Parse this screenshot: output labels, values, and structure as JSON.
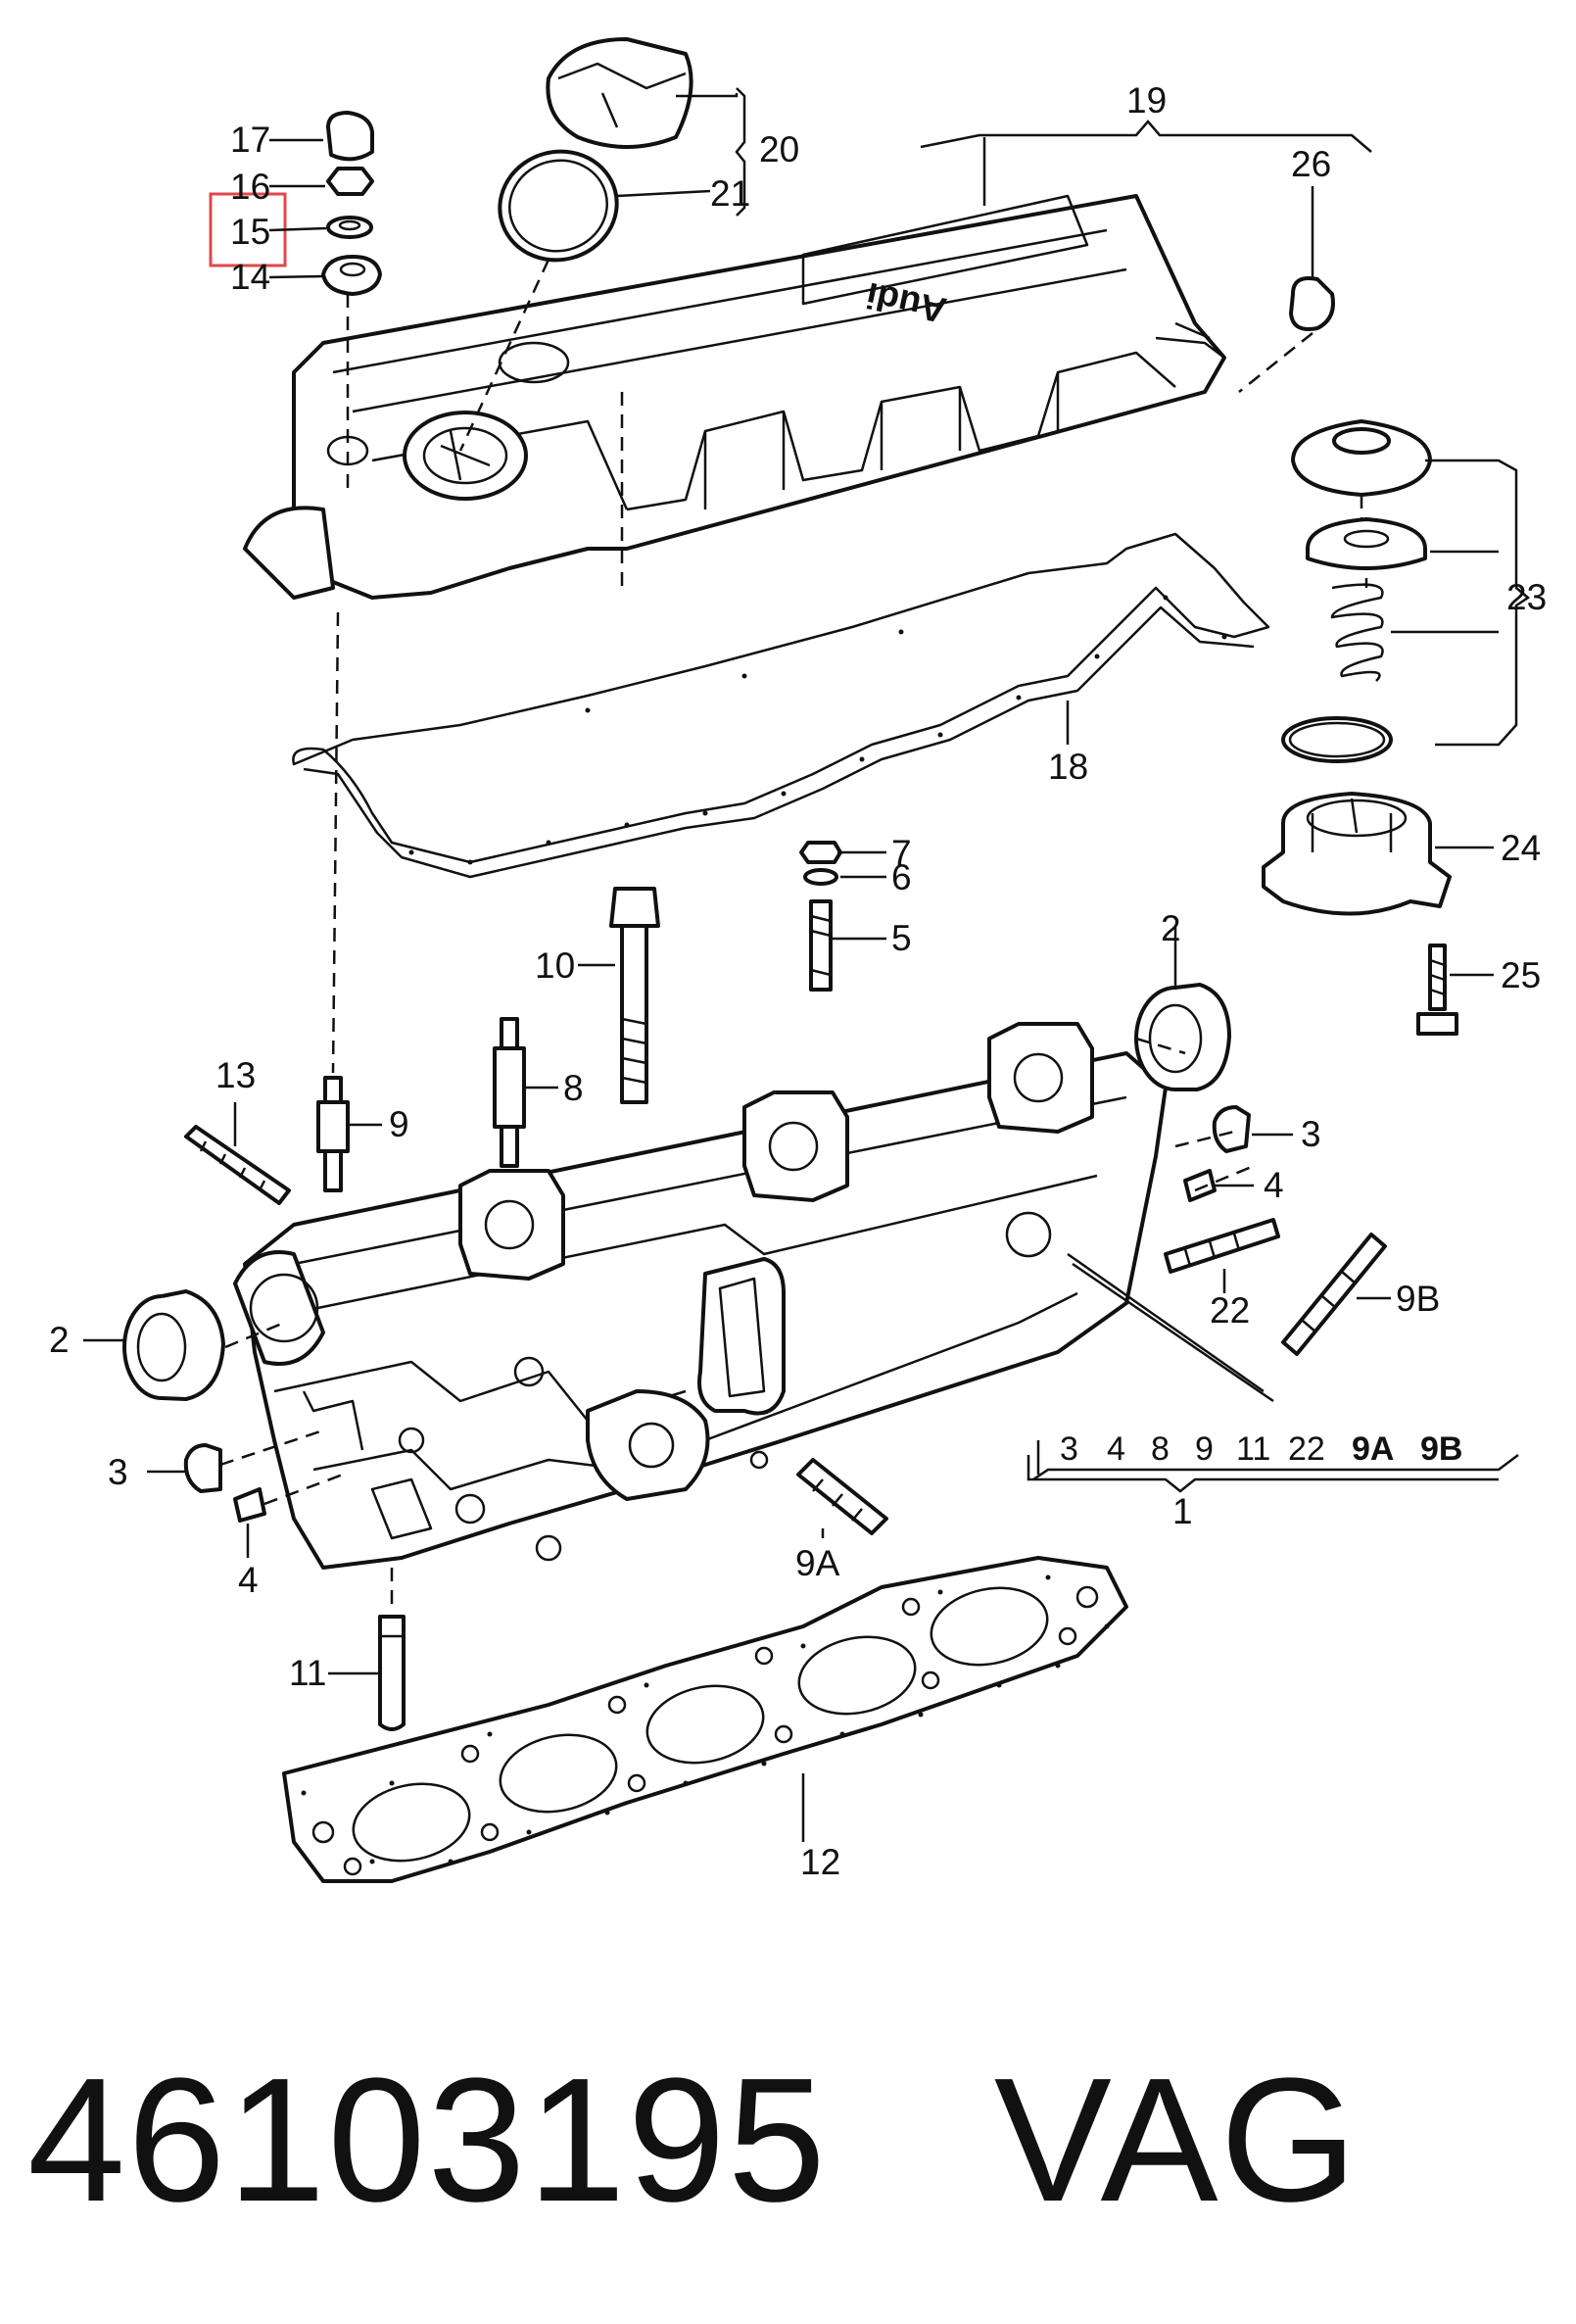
{
  "diagram": {
    "labels": {
      "p1": "1",
      "p2a": "2",
      "p2b": "2",
      "p3a": "3",
      "p3b": "3",
      "p4a": "4",
      "p4b": "4",
      "p5": "5",
      "p6": "6",
      "p7": "7",
      "p8": "8",
      "p9": "9",
      "p9a": "9A",
      "p9b": "9B",
      "p10": "10",
      "p11": "11",
      "p12": "12",
      "p13": "13",
      "p14": "14",
      "p15": "15",
      "p16": "16",
      "p17": "17",
      "p18": "18",
      "p19": "19",
      "p20": "20",
      "p21": "21",
      "p22": "22",
      "p23": "23",
      "p24": "24",
      "p25": "25",
      "p26": "26"
    },
    "group1_list": [
      "3",
      "4",
      "8",
      "9",
      "11",
      "22",
      "9A",
      "9B"
    ],
    "highlighted_part": "15",
    "logo_text": "Audi",
    "highlight_color": "#e0474c"
  },
  "footer": {
    "part_number": "46103195",
    "brand": "VAG"
  }
}
